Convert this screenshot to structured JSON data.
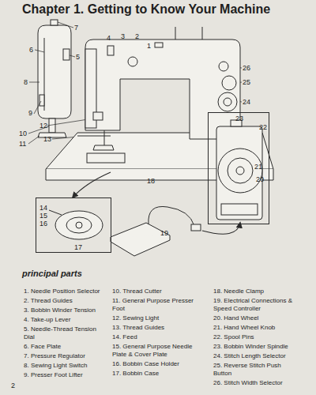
{
  "diagram": {
    "title": "Chapter 1. Getting to Know Your Machine",
    "nodes": [
      {
        "text": [
          "23",
          "22",
          "21",
          "20"
        ]
      },
      {
        "text": [
          "14",
          "15",
          "16",
          "17"
        ]
      }
    ],
    "labels": [
      "7",
      "4",
      "3",
      "2",
      "1",
      "6",
      "5",
      "26",
      "8",
      "25",
      "24",
      "9",
      "12",
      "10",
      "13",
      "11",
      "18",
      "19",
      "principal parts",
      "1. Needle Position Selector",
      "2. Thread Guides",
      "3. Bobbin Winder Tension",
      "4. Take-up Lever",
      "5. Needle-Thread Tension Dial",
      "6. Face Plate",
      "7. Pressure Regulator",
      "8. Sewing Light Switch",
      "9. Presser Foot Lifter",
      "10. Thread Cutter",
      "11. General Purpose Presser Foot",
      "12. Sewing Light",
      "13. Thread Guides",
      "14. Feed",
      "15. General Purpose Needle Plate & Cover Plate",
      "16. Bobbin Case Holder",
      "17. Bobbin Case",
      "18. Needle Clamp",
      "19. Electrical Connections & Speed Controller",
      "20. Hand Wheel",
      "21. Hand Wheel Knob",
      "22. Spool Pins",
      "23. Bobbin Winder Spindle",
      "24. Stitch Length Selector",
      "25. Reverse Stitch Push Button",
      "26. Stitch Width Selector",
      "2"
    ]
  }
}
